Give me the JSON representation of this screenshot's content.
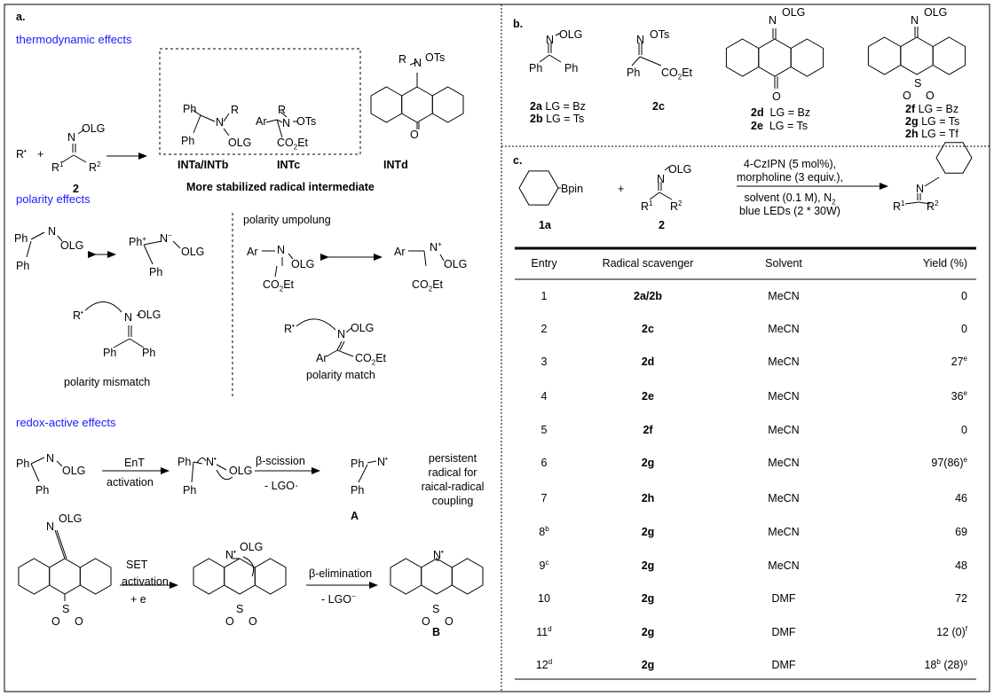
{
  "panel_a": {
    "label": "a.",
    "thermo": {
      "heading": "thermodynamic effects",
      "R": "R",
      "plus": "+",
      "N": "N",
      "OLG": "OLG",
      "R1": "R",
      "R2": "R",
      "compound": "2",
      "inta": {
        "ph1": "Ph",
        "ph2": "Ph",
        "N": "N",
        "R": "R",
        "OLG": "OLG",
        "label": "INTa/INTb"
      },
      "intc": {
        "R": "R",
        "Ar": "Ar",
        "N": "N",
        "OTs": "OTs",
        "co2et": "CO",
        "label": "INTc"
      },
      "intd": {
        "R": "R",
        "N": "N",
        "OTs": "OTs",
        "O": "O",
        "label": "INTd"
      },
      "caption": "More stabilized radical intermediate"
    },
    "polarity": {
      "heading": "polarity effects",
      "ph": "Ph",
      "N": "N",
      "OLG": "OLG",
      "Ar": "Ar",
      "co2et": "CO",
      "R": "R",
      "umpolung": "polarity umpolung",
      "mismatch": "polarity mismatch",
      "match": "polarity match"
    },
    "redox": {
      "heading": "redox-active effects",
      "ph": "Ph",
      "N": "N",
      "OLG": "OLG",
      "S": "S",
      "O": "O",
      "ent": "EnT",
      "activation": "activation",
      "scission": "β-scission",
      "lgo_rad": "- LGO·",
      "A": "A",
      "persistent": [
        "persistent",
        "radical for",
        "raical-radical",
        "coupling"
      ],
      "set": "SET",
      "set_activation": "activation",
      "plus_e": "+ e",
      "elimination": "β-elimination",
      "lgo_anion": "- LGO",
      "B": "B"
    }
  },
  "panel_b": {
    "label": "b.",
    "N": "N",
    "OLG": "OLG",
    "OTs": "OTs",
    "ph": "Ph",
    "co2et": "CO",
    "S": "S",
    "O": "O",
    "labels": [
      {
        "id": "2a",
        "lg": "LG = Bz"
      },
      {
        "id": "2b",
        "lg": "LG = Ts"
      },
      {
        "id": "2c",
        "lg": ""
      },
      {
        "id": "2d",
        "lg": "LG = Bz"
      },
      {
        "id": "2e",
        "lg": "LG = Ts"
      },
      {
        "id": "2f",
        "lg": "LG = Bz"
      },
      {
        "id": "2g",
        "lg": "LG = Ts"
      },
      {
        "id": "2h",
        "lg": "LG = Tf"
      }
    ]
  },
  "panel_c": {
    "label": "c.",
    "bpin": "Bpin",
    "plus": "+",
    "N": "N",
    "OLG": "OLG",
    "R": "R",
    "cmpd_1a": "1a",
    "cmpd_2": "2",
    "conditions": [
      "4-CzIPN (5 mol%),",
      "morpholine (3 equiv.),",
      "solvent (0.1 M), N",
      "blue LEDs (2 * 30W)"
    ],
    "table": {
      "headers": [
        "Entry",
        "Radical scavenger",
        "Solvent",
        "Yield (%)"
      ],
      "rows": [
        {
          "entry": "1",
          "entry_sup": "",
          "scavenger": "2a/2b",
          "solvent": "MeCN",
          "yield": "0",
          "yield_sup": "",
          "yield_extra": "",
          "yield_extra_sup": ""
        },
        {
          "entry": "2",
          "entry_sup": "",
          "scavenger": "2c",
          "solvent": "MeCN",
          "yield": "0",
          "yield_sup": "",
          "yield_extra": "",
          "yield_extra_sup": ""
        },
        {
          "entry": "3",
          "entry_sup": "",
          "scavenger": "2d",
          "solvent": "MeCN",
          "yield": "27",
          "yield_sup": "e",
          "yield_extra": "",
          "yield_extra_sup": ""
        },
        {
          "entry": "4",
          "entry_sup": "",
          "scavenger": "2e",
          "solvent": "MeCN",
          "yield": "36",
          "yield_sup": "e",
          "yield_extra": "",
          "yield_extra_sup": ""
        },
        {
          "entry": "5",
          "entry_sup": "",
          "scavenger": "2f",
          "solvent": "MeCN",
          "yield": "0",
          "yield_sup": "",
          "yield_extra": "",
          "yield_extra_sup": ""
        },
        {
          "entry": "6",
          "entry_sup": "",
          "scavenger": "2g",
          "solvent": "MeCN",
          "yield": "97(86)",
          "yield_sup": "e",
          "yield_extra": "",
          "yield_extra_sup": ""
        },
        {
          "entry": "7",
          "entry_sup": "",
          "scavenger": "2h",
          "solvent": "MeCN",
          "yield": "46",
          "yield_sup": "",
          "yield_extra": "",
          "yield_extra_sup": ""
        },
        {
          "entry": "8",
          "entry_sup": "b",
          "scavenger": "2g",
          "solvent": "MeCN",
          "yield": "69",
          "yield_sup": "",
          "yield_extra": "",
          "yield_extra_sup": ""
        },
        {
          "entry": "9",
          "entry_sup": "c",
          "scavenger": "2g",
          "solvent": "MeCN",
          "yield": "48",
          "yield_sup": "",
          "yield_extra": "",
          "yield_extra_sup": ""
        },
        {
          "entry": "10",
          "entry_sup": "",
          "scavenger": "2g",
          "solvent": "DMF",
          "yield": "72",
          "yield_sup": "",
          "yield_extra": "",
          "yield_extra_sup": ""
        },
        {
          "entry": "11",
          "entry_sup": "d",
          "scavenger": "2g",
          "solvent": "DMF",
          "yield": "12 (0)",
          "yield_sup": "f",
          "yield_extra": "",
          "yield_extra_sup": ""
        },
        {
          "entry": "12",
          "entry_sup": "d",
          "scavenger": "2g",
          "solvent": "DMF",
          "yield": "18",
          "yield_sup": "b",
          "yield_extra": " (28)",
          "yield_extra_sup": "g"
        }
      ]
    }
  }
}
